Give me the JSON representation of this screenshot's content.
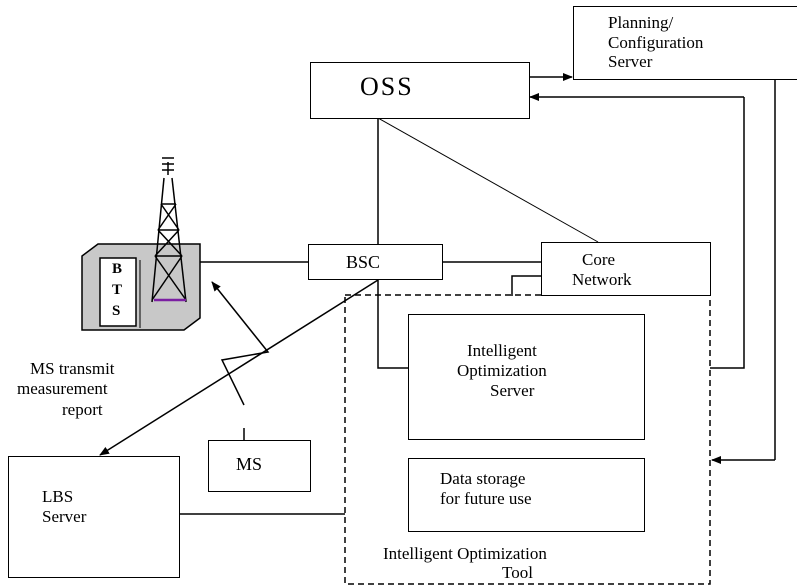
{
  "nodes": {
    "oss": "OSS",
    "planning_line1": "Planning/",
    "planning_line2": "Configuration",
    "planning_line3": "Server",
    "bsc": "BSC",
    "core_line1": "Core",
    "core_line2": "Network",
    "bts_b": "B",
    "bts_t": "T",
    "bts_s": "S",
    "ios_line1": "Intelligent",
    "ios_line2": "Optimization",
    "ios_line3": "Server",
    "storage_line1": "Data storage",
    "storage_line2": "for future use",
    "ms": "MS",
    "lbs_line1": "LBS",
    "lbs_line2": "Server",
    "tool_line1": "Intelligent Optimization",
    "tool_line2": "Tool",
    "report_line1": "MS transmit",
    "report_line2": "measurement",
    "report_line3": "report"
  },
  "colors": {
    "line": "#000000",
    "tower_accent": "#7b1fa2",
    "bts_shade": "#c8c8c8"
  }
}
